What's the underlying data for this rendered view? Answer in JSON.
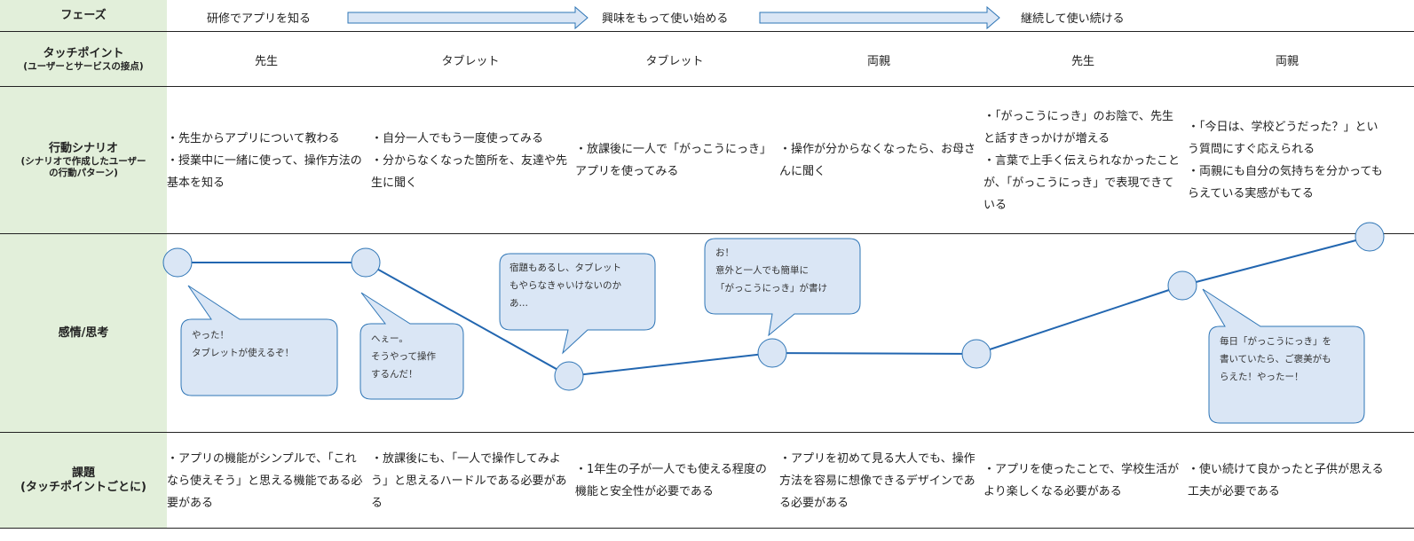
{
  "row_labels": {
    "phase": "フェーズ",
    "touchpoint": "タッチポイント",
    "touchpoint_sub": "(ユーザーとサービスの接点)",
    "scenario": "行動シナリオ",
    "scenario_sub1": "(シナリオで作成したユーザー",
    "scenario_sub2": "の行動パターン)",
    "emotion": "感情/思考",
    "issue": "課題",
    "issue_sub": "(タッチポイントごとに)"
  },
  "phases": [
    "研修でアプリを知る",
    "興味をもって使い始める",
    "継続して使い続ける"
  ],
  "touchpoints": [
    "先生",
    "タブレット",
    "タブレット",
    "両親",
    "先生",
    "両親"
  ],
  "scenarios": [
    [
      "・先生からアプリについて教わる",
      "・授業中に一緒に使って、操作方法の基本を知る"
    ],
    [
      "・自分一人でもう一度使ってみる",
      "・分からなくなった箇所を、友達や先生に聞く"
    ],
    [
      "・放課後に一人で「がっこうにっき」アプリを使ってみる"
    ],
    [
      "・操作が分からなくなったら、お母さんに聞く"
    ],
    [
      "・「がっこうにっき」のお陰で、先生と話すきっかけが増える",
      "・言葉で上手く伝えられなかったことが、「がっこうにっき」で表現できている"
    ],
    [
      "・「今日は、学校どうだった？」という質問にすぐ応えられる",
      "・両親にも自分の気持ちを分かってもらえている実感がもてる"
    ]
  ],
  "emotion_bubbles": [
    {
      "lines": [
        "やった！",
        "タブレットが使えるぞ！"
      ]
    },
    {
      "lines": [
        "へぇー。",
        "そうやって操作",
        "するんだ！"
      ]
    },
    {
      "lines": [
        "宿題もあるし、タブレット",
        "もやらなきゃいけないのか",
        "あ…"
      ]
    },
    {
      "lines": [
        "お！",
        "意外と一人でも簡単に",
        "「がっこうにっき」が書け"
      ]
    },
    {
      "lines": [
        "毎日「がっこうにっき」を",
        "書いていたら、ご褒美がも",
        "らえた！やったー！"
      ]
    }
  ],
  "issues": [
    "・アプリの機能がシンプルで、「これなら使えそう」と思える機能である必要がある",
    "・放課後にも、「一人で操作してみよう」と思えるハードルである必要がある",
    "・1年生の子が一人でも使える程度の機能と安全性が必要である",
    "・アプリを初めて見る大人でも、操作方法を容易に想像できるデザインである必要がある",
    "・アプリを使ったことで、学校生活がより楽しくなる必要がある",
    "・使い続けて良かったと子供が思える工夫が必要である"
  ],
  "colors": {
    "label_bg": "#e2efda",
    "shape_fill": "#dae6f5",
    "shape_stroke": "#2e75b6",
    "line": "#2266b0"
  }
}
